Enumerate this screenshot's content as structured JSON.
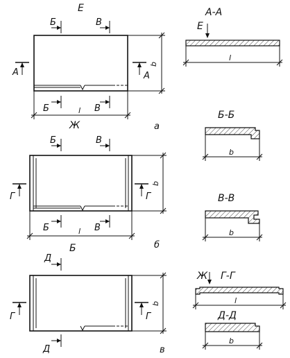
{
  "plan_a": {
    "top_label": "Е",
    "section_b": "Б",
    "section_v": "В",
    "section_a": "А",
    "dim_length": "l",
    "dim_width": "b",
    "bottom_label": "Ж",
    "variant": "а"
  },
  "plan_b": {
    "section_b": "Б",
    "section_v": "В",
    "section_g": "Г",
    "dim_length": "l",
    "dim_width": "b",
    "bottom_label": "Б",
    "variant": "б"
  },
  "plan_v": {
    "section_d": "Д",
    "section_g": "Г",
    "dim_width": "b",
    "variant": "в"
  },
  "sections": {
    "aa": {
      "title": "А-А",
      "view_label": "Е",
      "dim": "l"
    },
    "bb": {
      "title": "Б-Б",
      "dim": "b"
    },
    "vv": {
      "title": "В-В",
      "dim": "b"
    },
    "gg": {
      "title": "Г-Г",
      "view_label": "Ж",
      "dim": "l"
    },
    "dd": {
      "title": "Д-Д",
      "dim": "b"
    }
  }
}
